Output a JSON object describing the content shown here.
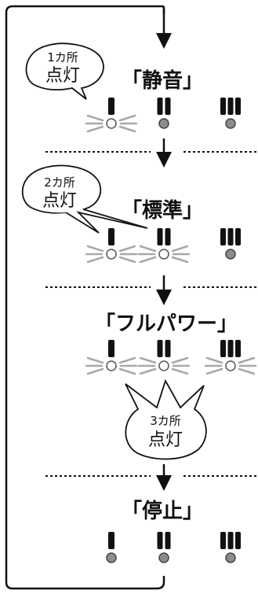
{
  "modes": [
    {
      "label": "「静音」",
      "lit_count": 1,
      "note_line1": "1カ所",
      "note_line2": "点灯"
    },
    {
      "label": "「標準」",
      "lit_count": 2,
      "note_line1": "2カ所",
      "note_line2": "点灯"
    },
    {
      "label": "「フルパワー」",
      "lit_count": 3,
      "note_line1": "3カ所",
      "note_line2": "点灯"
    },
    {
      "label": "「停止」",
      "lit_count": 0
    }
  ],
  "indicator_marks": [
    "I",
    "II",
    "III"
  ],
  "colors": {
    "line": "#111111",
    "lamp_off": "#8c8c8c",
    "lamp_on_fill": "#ffffff",
    "ray": "#a8a8a8"
  }
}
